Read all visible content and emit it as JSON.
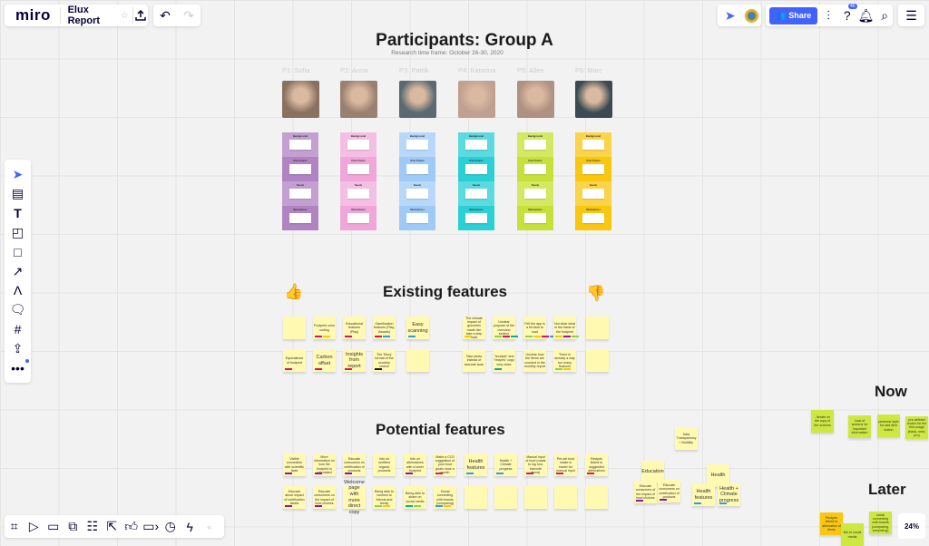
{
  "topbar": {
    "logo": "miro",
    "board_title": "Elux Report",
    "share_label": "Share",
    "help_badge": "46"
  },
  "board": {
    "title": "Participants: Group A",
    "subtitle": "Research time frame: October 26-30, 2020",
    "participants": [
      {
        "name": "P1: Sofia",
        "color": "#b084c2",
        "alt": "#c3a0d1"
      },
      {
        "name": "P2: Anna",
        "color": "#f0a6d8",
        "alt": "#f5bfe3"
      },
      {
        "name": "P3: Patrik",
        "color": "#9fcaf8",
        "alt": "#b8d8fa"
      },
      {
        "name": "P4: Katarina",
        "color": "#2ad0d6",
        "alt": "#5bdadf"
      },
      {
        "name": "P5: Allen",
        "color": "#c8e03a",
        "alt": "#d4e862"
      },
      {
        "name": "P6: Marc",
        "color": "#fac710",
        "alt": "#fbd44a"
      }
    ],
    "column_sections": [
      "Background",
      "Pain Points",
      "Needs",
      "Motivations"
    ],
    "existing_title": "Existing features",
    "potential_title": "Potential features",
    "now_title": "Now",
    "later_title": "Later",
    "existing_features": [
      {
        "text": "",
        "tags": []
      },
      {
        "text": "Footprint color coding",
        "tags": [
          "#e0115f",
          "#fac710"
        ]
      },
      {
        "text": "Educational features (Play)",
        "tags": [
          "#e0115f"
        ]
      },
      {
        "text": "Gamification features (Play, Awards)",
        "tags": [
          "#e0115f",
          "#2d9bf0"
        ]
      },
      {
        "text": "Easy scanning",
        "tags": [
          "#2d9bf0"
        ],
        "big": true
      },
      {
        "text": "Equivalence of footprint",
        "tags": [
          "#e0115f"
        ]
      },
      {
        "text": "Carbon offset",
        "tags": [
          "#e0115f"
        ],
        "big": true
      },
      {
        "text": "Insights from report",
        "tags": [
          "#e0115f"
        ],
        "big": true
      },
      {
        "text": "The 'Story' format of the monthly review",
        "tags": [
          "#1a1a1a"
        ]
      },
      {
        "text": "",
        "tags": []
      }
    ],
    "existing_negative": [
      {
        "text": "The climate impact of groceries made him take a step back",
        "tags": [
          "#fac710"
        ]
      },
      {
        "text": "Unclear purpose of the overview section",
        "tags": [
          "#8fd14f",
          "#e0115f",
          "#12a89d"
        ]
      },
      {
        "text": "Felt the app is a bit slow to load",
        "tags": [
          "#8fd14f",
          "#fac710",
          "#e0115f",
          "#2d9bf0"
        ]
      },
      {
        "text": "Not clear what is the basis of the footprint",
        "tags": [
          "#fac710",
          "#9510ac",
          "#8fd14f"
        ]
      },
      {
        "text": "",
        "tags": []
      },
      {
        "text": "Take photo instead of barcode scan",
        "tags": []
      },
      {
        "text": "\"receipts\" and \"recipes\" copy very close",
        "tags": [
          "#12a89d"
        ]
      },
      {
        "text": "Unclear how the items are counted in the monthly report",
        "tags": []
      },
      {
        "text": "There is already a way too many features",
        "tags": [
          "#8fd14f",
          "#fac710"
        ]
      },
      {
        "text": "",
        "tags": []
      }
    ],
    "potential_features": [
      {
        "text": "Visible connection with scientific facts",
        "tags": [
          "#9510ac"
        ]
      },
      {
        "text": "More information on how the footprint is calculated",
        "tags": [
          "#9510ac"
        ]
      },
      {
        "text": "Educate consumers on certification of products",
        "tags": [
          "#9510ac"
        ]
      },
      {
        "text": "Info on certified organic products",
        "tags": []
      },
      {
        "text": "Info on alternatives with a lower footprint",
        "tags": [
          "#9510ac"
        ]
      },
      {
        "text": "Make a CO2 suggestion of your food goals once a month",
        "tags": [
          "#e0115f"
        ]
      },
      {
        "text": "Health features",
        "tags": [
          "#2d9bf0"
        ],
        "big": true
      },
      {
        "text": "Health + Climate progress",
        "tags": [
          "#2d9bf0"
        ]
      },
      {
        "text": "Manual input of food (made to log non-barcode items)",
        "tags": [
          "#e0115f"
        ]
      },
      {
        "text": "Pre-set food intake is easier for manual input",
        "tags": [
          "#e0115f"
        ]
      },
      {
        "text": "Recipes linked to suggested alternatives",
        "tags": [
          "#e0115f"
        ]
      },
      {
        "text": "Educate about impact of certification labels",
        "tags": [
          "#9510ac"
        ]
      },
      {
        "text": "Educate consumers on the impact of food choices",
        "tags": [
          "#9510ac"
        ]
      },
      {
        "text": "Welcome page with more direct copy",
        "tags": [],
        "big": true
      },
      {
        "text": "Being able to connect to friends and family",
        "tags": [
          "#8fd14f",
          "#fac710"
        ]
      },
      {
        "text": "Being able to share on social media",
        "tags": [
          "#12a89d",
          "#8fd14f"
        ]
      },
      {
        "text": "Social connecting with brands (comparing)",
        "tags": [
          "#2d9bf0",
          "#fac710"
        ]
      },
      {
        "text": "",
        "tags": []
      },
      {
        "text": "",
        "tags": []
      },
      {
        "text": "",
        "tags": []
      },
      {
        "text": "",
        "tags": []
      },
      {
        "text": "",
        "tags": []
      }
    ],
    "loose_notes": [
      {
        "text": "Data Transparency / Visibility",
        "color": "#fff9b1",
        "tags": []
      },
      {
        "text": "Education",
        "color": "#fff9b1",
        "tags": [],
        "big": true
      },
      {
        "text": "Educate consumers of the impact of food choices",
        "color": "#fff9b1",
        "tags": [
          "#9510ac"
        ]
      },
      {
        "text": "Educate consumers on certification of products",
        "color": "#fff9b1",
        "tags": [
          "#9510ac"
        ]
      },
      {
        "text": "Health",
        "color": "#fff9b1",
        "tags": [],
        "big": true
      },
      {
        "text": "Health features",
        "color": "#fff9b1",
        "tags": [
          "#2d9bf0"
        ],
        "big": true
      },
      {
        "text": "Health + Climate progress",
        "color": "#fff9b1",
        "tags": [
          "#2d9bf0"
        ],
        "big": true
      },
      {
        "text": "- Iterate on the copy of the screens",
        "color": "#cee741",
        "tags": []
      },
      {
        "text": "Lack of screens for important information",
        "color": "#cee741",
        "tags": []
      },
      {
        "text": "pinterest style for add item button",
        "color": "#cee741",
        "tags": []
      },
      {
        "text": "pre-defined choice for the first usage (basic, med, pro)",
        "color": "#cee741",
        "tags": []
      },
      {
        "text": "Recipes linked to alternative of items",
        "color": "#fac710",
        "tags": []
      },
      {
        "text": "link to social media",
        "color": "#cee741",
        "tags": []
      },
      {
        "text": "social connecting with brands (comparing, competing)",
        "color": "#cee741",
        "tags": []
      }
    ]
  },
  "zoom_level": "24%"
}
